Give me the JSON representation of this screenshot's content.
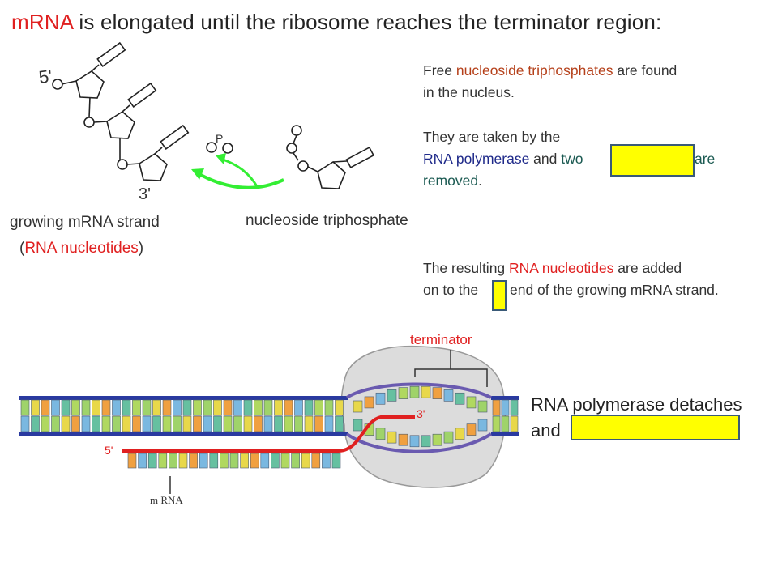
{
  "title": {
    "part1": "mRNA",
    "part2": " is elongated until the ribosome reaches the terminator region:"
  },
  "left_diagram": {
    "label_5prime": "5'",
    "label_3prime": "3'",
    "phosphate_label": "P",
    "strand_caption_line1": "growing mRNA strand",
    "strand_caption_line2_open": "(",
    "strand_caption_line2_red": "RNA nucleotides",
    "strand_caption_line2_close": ")",
    "nucleoside_caption": "nucleoside triphosphate"
  },
  "text_block1": {
    "line1_a": "Free ",
    "line1_b": "nucleoside triphosphates",
    "line1_c": " are found",
    "line2": "in the nucleus."
  },
  "text_block2": {
    "line1": "They are taken by the",
    "line2_a": "RNA polymerase",
    "line2_b": " and ",
    "line2_c": "two",
    "line2_d": "are",
    "line3_a": "removed",
    "line3_b": "."
  },
  "text_block3": {
    "line1_a": "The resulting ",
    "line1_b": "RNA nucleotides",
    "line1_c": " are added",
    "line2_a": "on to the",
    "line2_b": "end of the growing mRNA strand."
  },
  "bottom_diagram": {
    "terminator_label": "terminator",
    "label_3prime": "3'",
    "label_5prime": "5'",
    "mrna_label": "m RNA"
  },
  "bottom_text": {
    "line1": "RNA polymerase detaches",
    "line2": "and"
  },
  "colors": {
    "red": "#e02020",
    "brown": "#b5401a",
    "navy": "#1f2a8a",
    "teal": "#1b5a52",
    "blank_fill": "#ffff00",
    "arrow_green": "#33ee33",
    "dna_blue": "#2a3aa0"
  }
}
